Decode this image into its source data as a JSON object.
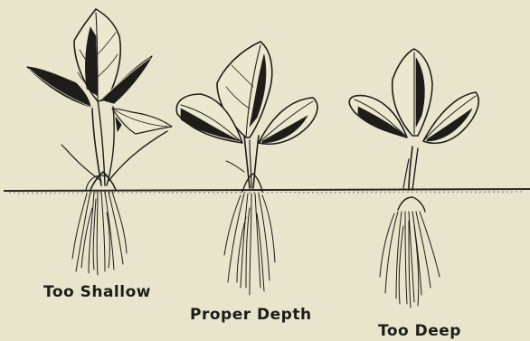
{
  "labels": {
    "too_shallow": "Too Shallow",
    "proper_depth": "Proper Depth",
    "too_deep": "Too Deep"
  },
  "colors": {
    "paper": "#e9e5cd",
    "ink": "#1c1c18"
  }
}
